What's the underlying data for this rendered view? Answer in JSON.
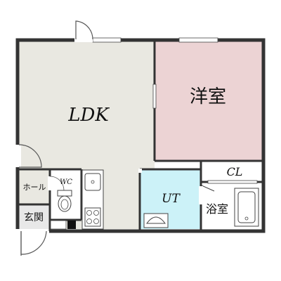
{
  "rooms": {
    "ldk": {
      "label": "LDK",
      "color": "#e9e8e1"
    },
    "western": {
      "label": "洋室",
      "color": "#ecd3d4"
    },
    "ut": {
      "label": "UT",
      "color": "#ccf2f8"
    },
    "cl": {
      "label": "CL"
    },
    "bath": {
      "label": "浴室"
    },
    "wc": {
      "label": "WC"
    },
    "hall": {
      "label": "ホール"
    },
    "entrance": {
      "label": "玄関"
    }
  },
  "colors": {
    "wall": "#333333",
    "line": "#444444",
    "floor": "#ffffff",
    "entrance_floor": "#e8e8e8"
  }
}
